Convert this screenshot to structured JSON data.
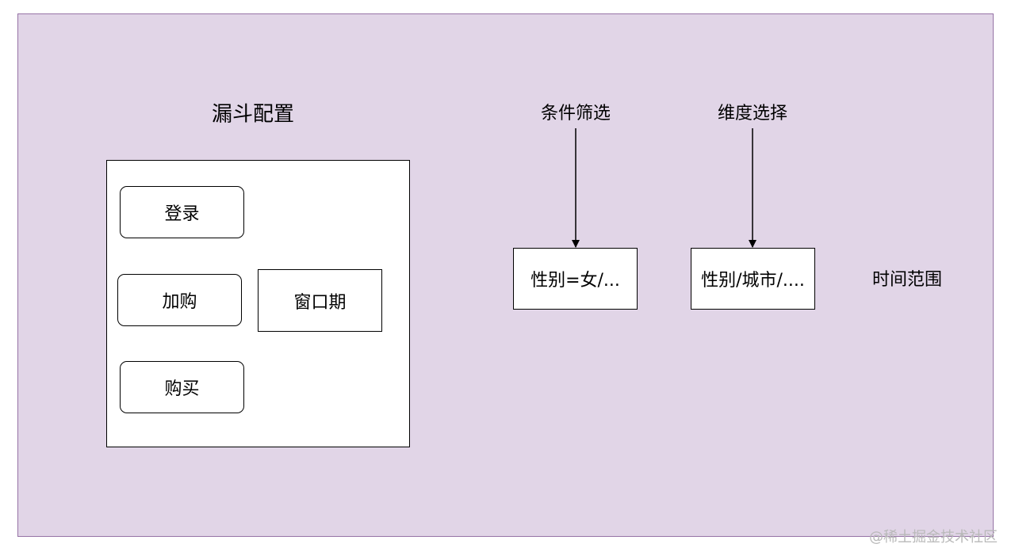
{
  "funnel_config": {
    "title": "漏斗配置",
    "steps": [
      {
        "label": "登录"
      },
      {
        "label": "加购"
      },
      {
        "label": "购买"
      }
    ],
    "window_period": "窗口期"
  },
  "filter": {
    "title": "条件筛选",
    "value": "性别=女/..."
  },
  "dimension": {
    "title": "维度选择",
    "value": "性别/城市/...."
  },
  "time_range": {
    "label": "时间范围"
  },
  "watermark": "@稀土掘金技术社区",
  "colors": {
    "canvas_fill": "#e1d5e7",
    "canvas_border": "#9673a6",
    "box_fill": "#ffffff",
    "stroke": "#000000"
  }
}
